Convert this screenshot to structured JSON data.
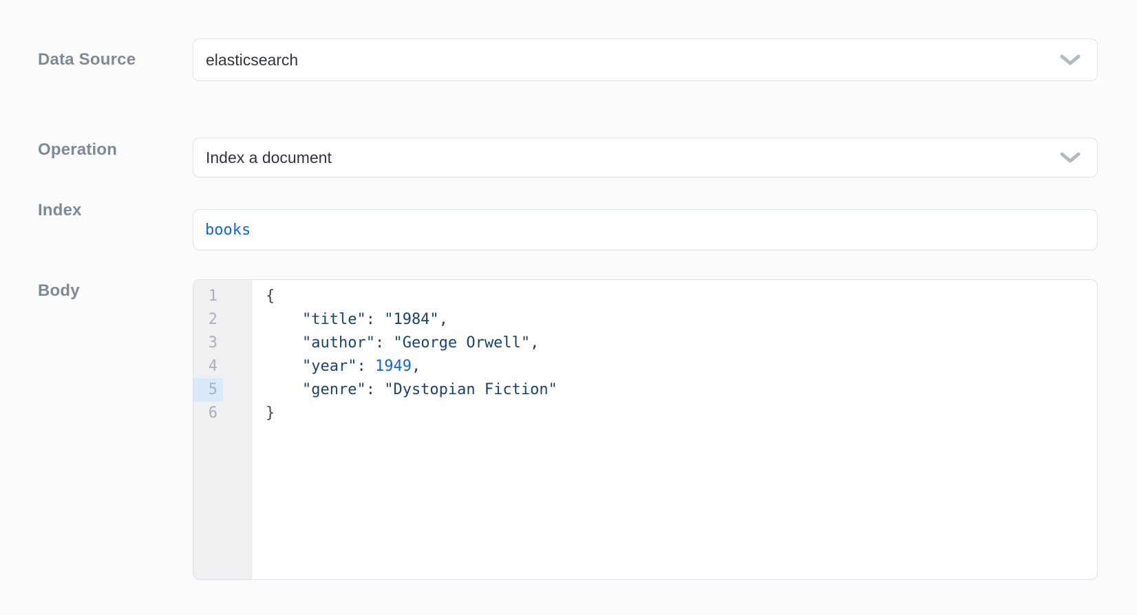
{
  "panel": {
    "rows": [
      {
        "label": "Data Source",
        "control": "dropdown",
        "value": "elasticsearch"
      },
      {
        "label": "Operation",
        "control": "dropdown",
        "value": "Index a document"
      },
      {
        "label": "Index",
        "control": "code-input",
        "value": "books"
      },
      {
        "label": "Body",
        "control": "code-editor"
      }
    ]
  },
  "data_source": {
    "label": "Data Source",
    "value": "elasticsearch"
  },
  "operation": {
    "label": "Operation",
    "value": "Index a document"
  },
  "index": {
    "label": "Index",
    "value": "books"
  },
  "body_label": "Body",
  "body_editor": {
    "active_line": 5,
    "line_count": 6,
    "text": "{\n    \"title\": \"1984\",\n    \"author\": \"George Orwell\",\n    \"year\": 1949,\n    \"genre\": \"Dystopian Fiction\"\n}",
    "lines": [
      {
        "n": 1,
        "tokens": [
          [
            "brace",
            "{"
          ]
        ]
      },
      {
        "n": 2,
        "tokens": [
          [
            "ws",
            "    "
          ],
          [
            "key",
            "\"title\""
          ],
          [
            "punc",
            ": "
          ],
          [
            "str",
            "\"1984\""
          ],
          [
            "punc",
            ","
          ]
        ]
      },
      {
        "n": 3,
        "tokens": [
          [
            "ws",
            "    "
          ],
          [
            "key",
            "\"author\""
          ],
          [
            "punc",
            ": "
          ],
          [
            "str",
            "\"George Orwell\""
          ],
          [
            "punc",
            ","
          ]
        ]
      },
      {
        "n": 4,
        "tokens": [
          [
            "ws",
            "    "
          ],
          [
            "key",
            "\"year\""
          ],
          [
            "punc",
            ": "
          ],
          [
            "num",
            "1949"
          ],
          [
            "punc",
            ","
          ]
        ]
      },
      {
        "n": 5,
        "tokens": [
          [
            "ws",
            "    "
          ],
          [
            "key",
            "\"genre\""
          ],
          [
            "punc",
            ": "
          ],
          [
            "str",
            "\"Dystopian Fiction\""
          ]
        ]
      },
      {
        "n": 6,
        "tokens": [
          [
            "brace",
            "}"
          ]
        ]
      }
    ]
  },
  "icons": {
    "chevron_down": "chevron-down-icon"
  },
  "colors": {
    "page_background": "#fbfbfb",
    "field_background": "#ffffff",
    "field_border": "#dde1e8",
    "label_text": "#7e8a96",
    "value_text": "#2e3440",
    "code_string": "#1c4368",
    "code_number": "#1264d8",
    "code_brace": "#3f4956",
    "index_value_text": "#1264d8",
    "gutter_background": "#eef0f2",
    "gutter_border": "#e3e6ea",
    "line_number_text": "#a9b0ba",
    "active_line_gutter_background": "#d9eafb",
    "chevron_icon": "#b4bac2"
  }
}
